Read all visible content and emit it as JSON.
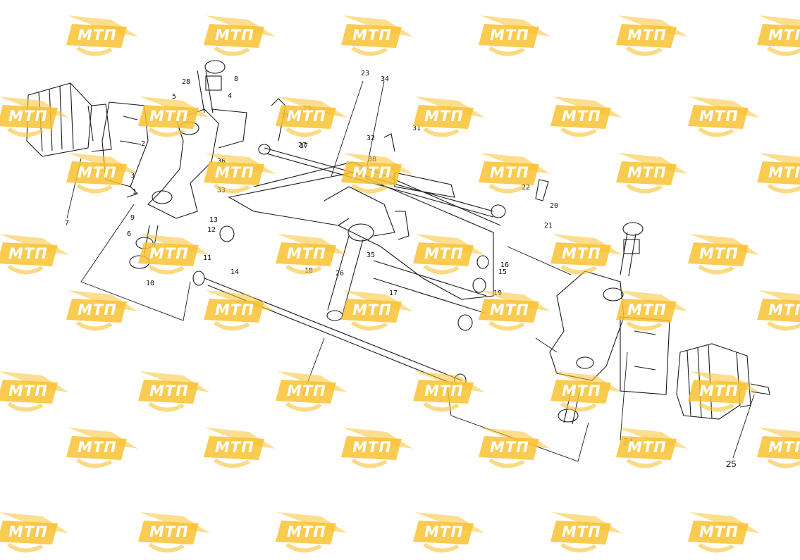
{
  "watermark": {
    "text": "МТП",
    "color": "#f9c232"
  },
  "callouts": [
    "1",
    "2",
    "3",
    "4",
    "5",
    "6",
    "7",
    "8",
    "9",
    "10",
    "11",
    "12",
    "13",
    "14",
    "15",
    "16",
    "17",
    "18",
    "19",
    "20",
    "21",
    "22",
    "23",
    "24",
    "25",
    "26",
    "27",
    "28",
    "29",
    "30",
    "31",
    "32",
    "33",
    "34",
    "35",
    "36",
    "37",
    "38"
  ],
  "colors": {
    "line": "#1a1a1a",
    "accent": "#f9c232"
  }
}
